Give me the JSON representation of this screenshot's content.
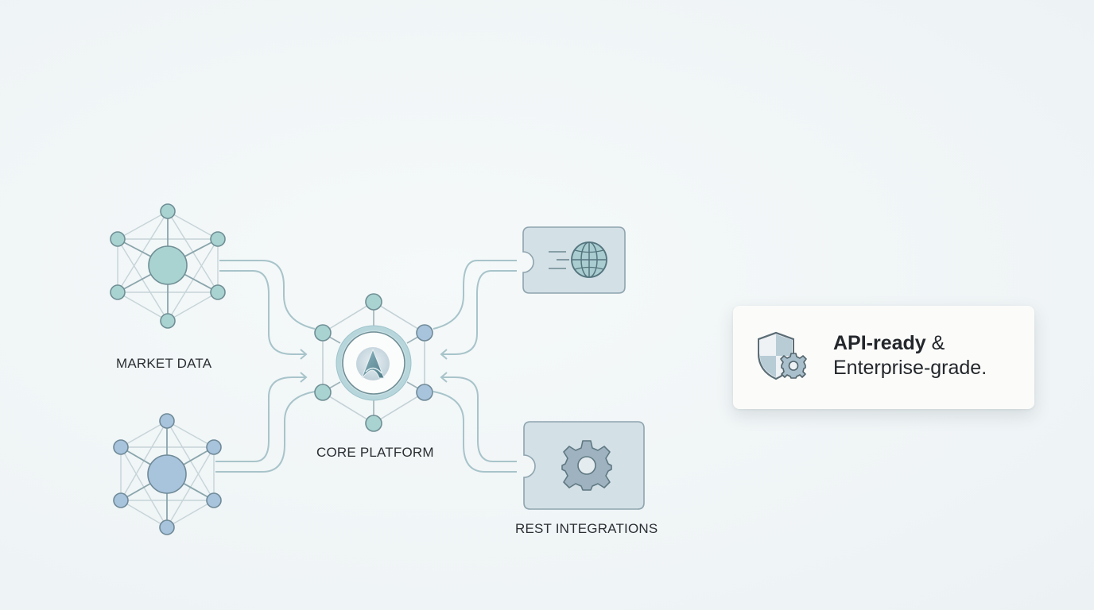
{
  "diagram": {
    "nodes": {
      "market_data": {
        "label": "MARKET DATA"
      },
      "core_platform": {
        "label": "CORE PLATFORM"
      },
      "rest_integrations": {
        "label": "REST INTEGRATIONS"
      }
    },
    "callout": {
      "title_bold": "API-ready",
      "title_rest": " &",
      "subtitle": "Enterprise-grade."
    },
    "icons": {
      "market_network_top": "network-hub-icon",
      "market_network_bottom": "network-hub-icon",
      "core_logo": "a-logo-icon",
      "web_globe": "globe-icon",
      "integration_gear": "gear-icon",
      "security": "shield-gear-icon"
    },
    "colors": {
      "background": "#f2f6f7",
      "teal_node": "#a9d3d1",
      "blue_node": "#a8c3dc",
      "node_stroke": "#6f8f95",
      "connector": "#a8c4ca",
      "panel_fill": "#d3e0e6",
      "panel_stroke": "#8ea4ae",
      "card_bg": "#fbfbfa",
      "text": "#23272b"
    }
  }
}
